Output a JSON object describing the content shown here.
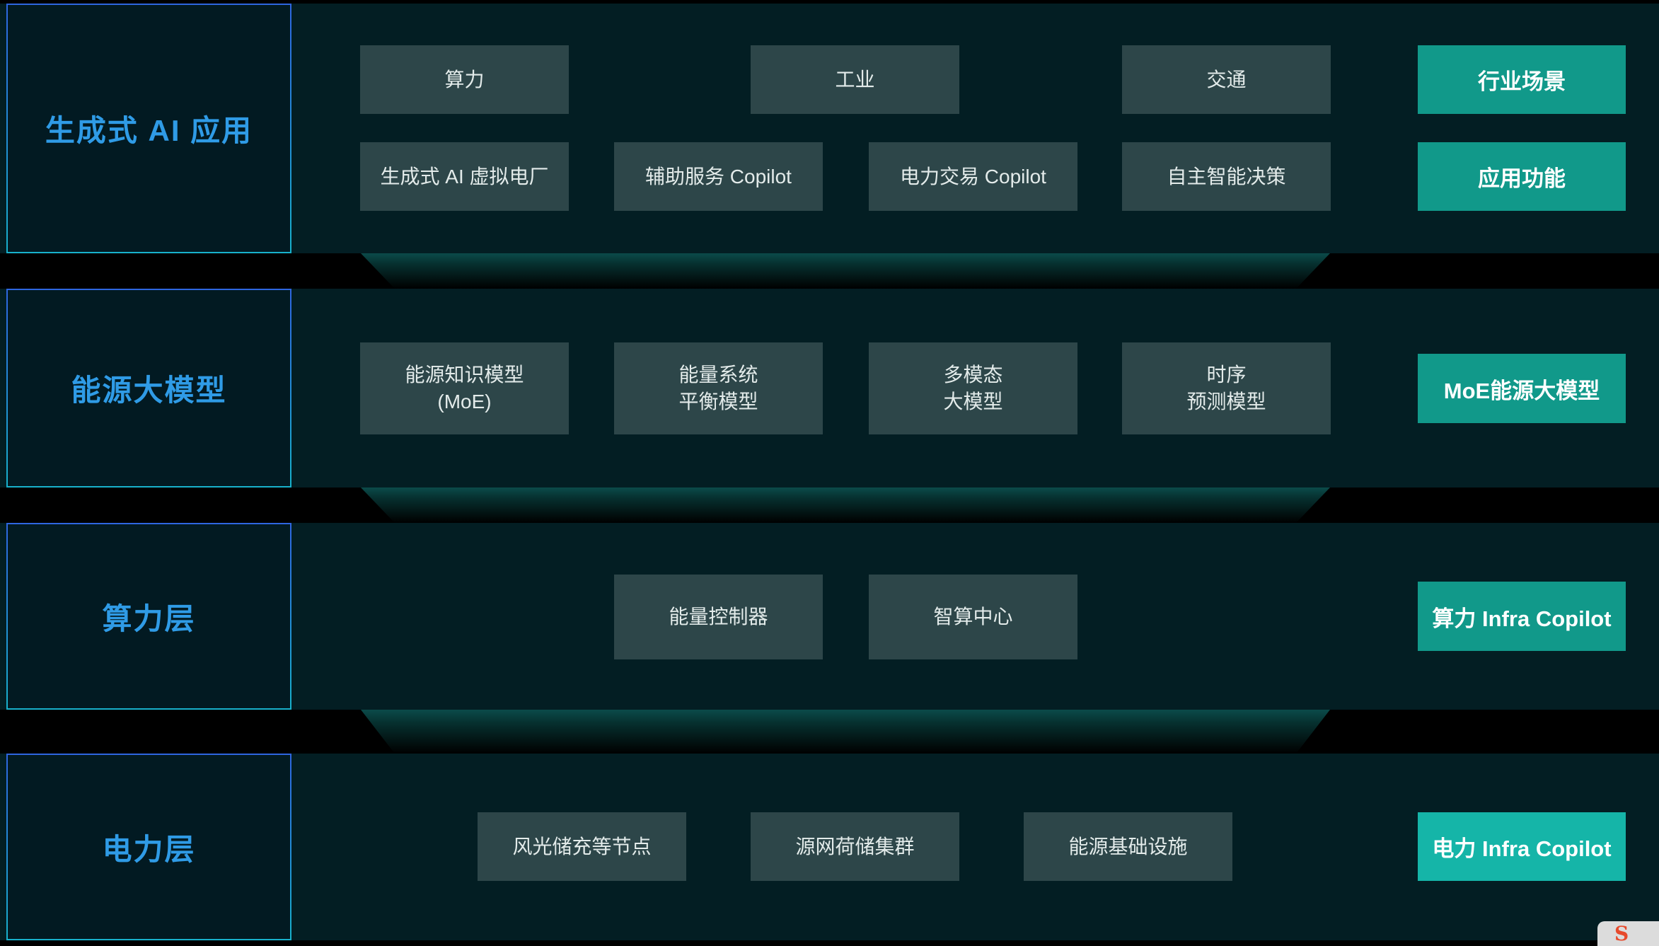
{
  "layers": [
    {
      "label": "生成式 AI 应用",
      "rows": [
        [
          "算力",
          "工业",
          "交通"
        ],
        [
          "生成式 AI 虚拟电厂",
          "辅助服务 Copilot",
          "电力交易 Copilot",
          "自主智能决策"
        ]
      ],
      "tags": [
        "行业场景",
        "应用功能"
      ]
    },
    {
      "label": "能源大模型",
      "items": [
        "能源知识模型\n(MoE)",
        "能量系统\n平衡模型",
        "多模态\n大模型",
        "时序\n预测模型"
      ],
      "tags": [
        "MoE能源大模型"
      ]
    },
    {
      "label": "算力层",
      "items": [
        "能量控制器",
        "智算中心"
      ],
      "tags": [
        "算力 Infra Copilot"
      ]
    },
    {
      "label": "电力层",
      "items": [
        "风光储充等节点",
        "源网荷储集群",
        "能源基础设施"
      ],
      "tags": [
        "电力 Infra Copilot"
      ]
    }
  ],
  "colors": {
    "band": "#031e23",
    "box": "#2d4649",
    "tag": "#11998a",
    "tag_bright": "#15b5a8",
    "label_text": "#2f9be6",
    "label_border": "#1c8bbd"
  },
  "watermark_icon": "sogou-logo-icon"
}
